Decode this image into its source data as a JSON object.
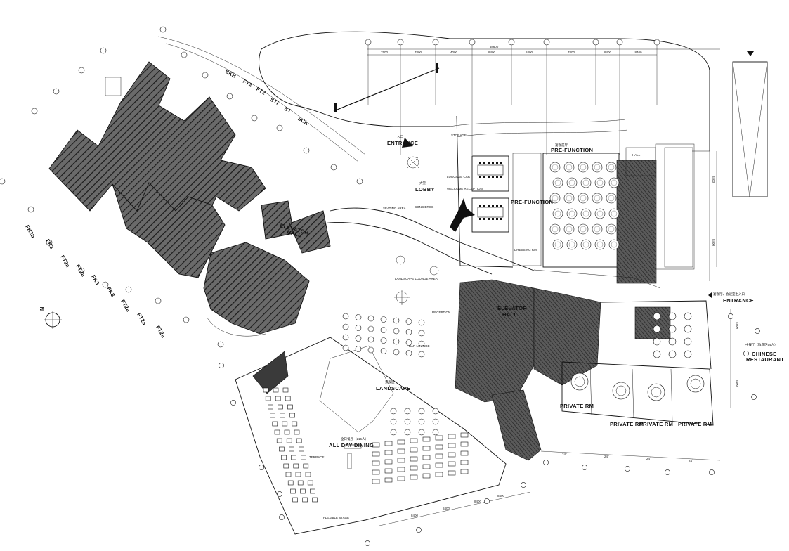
{
  "labels": {
    "entrance_cn": "入口",
    "entrance_main": "ENTRANCE",
    "lobby_cn": "大堂",
    "lobby": "LOBBY",
    "pre_function_cn": "宴会前厅",
    "pre_function": "PRE-FUNCTION",
    "pre_function_2": "PRE-FUNCTION",
    "elevator_hall_1": "ELEVATOR",
    "elevator_hall_1b": "HALL",
    "elevator_hall_2": "ELEVATOR",
    "elevator_hall_2b": "HALL",
    "landscape_cn": "景观区",
    "landscape": "LANDSCAPE",
    "all_day_dining_cn": "全日餐厅（216人）",
    "all_day_dining": "ALL DAY DINING",
    "chinese_restaurant_cn": "中餐厅（散座区54人）",
    "chinese_restaurant": "CHINESE",
    "chinese_restaurant_b": "RESTAURANT",
    "side_entrance_cn": "宴会厅、会议室出入口",
    "side_entrance": "ENTRANCE",
    "private_rm_1": "PRIVATE RM",
    "private_rm_2": "PRIVATE RM",
    "private_rm_3": "PRIVATE RM",
    "private_rm_4": "PRIVATE RM",
    "landscape_lounge": "LANDSCAPE LOUNGE AREA",
    "bar_lounge": "BAR LOUNGE",
    "seating_area": "SEATING AREA",
    "concierge": "CONCIERGE",
    "welcome_reception": "WELCOME RECEPTION",
    "luggage": "LUGGAGE CAR",
    "hall": "HALL",
    "terrace": "TERRACE",
    "flexible_stage": "FLEXIBLE STAGE",
    "storage": "STORAGE",
    "dressing_rm": "DRESSING RM",
    "reception": "RECEPTION"
  },
  "tower_floor_codes_top": [
    "SKB",
    "FT2",
    "FT2",
    "STI",
    "ST",
    "SCK"
  ],
  "tower_floor_codes_left": [
    "FK2b",
    "FK3",
    "FT2a",
    "FT2a",
    "FK3",
    "FK3",
    "FT2a",
    "FT2a",
    "FT2a"
  ],
  "dimensions_top": [
    "7500",
    "7800",
    "4000",
    "8400",
    "8400",
    "7800",
    "8400",
    "8400"
  ],
  "dimension_total": "58600",
  "dimensions_right": [
    "4800",
    "8400",
    "8400",
    "8400"
  ],
  "dimensions_bottom": [
    "8400",
    "8400",
    "8400",
    "8400"
  ],
  "angle_marks": [
    "24°",
    "24°",
    "24°",
    "24°"
  ],
  "north_label": "N",
  "colors": {
    "ink": "#111111",
    "hatch": "#555555",
    "paper": "#ffffff"
  }
}
